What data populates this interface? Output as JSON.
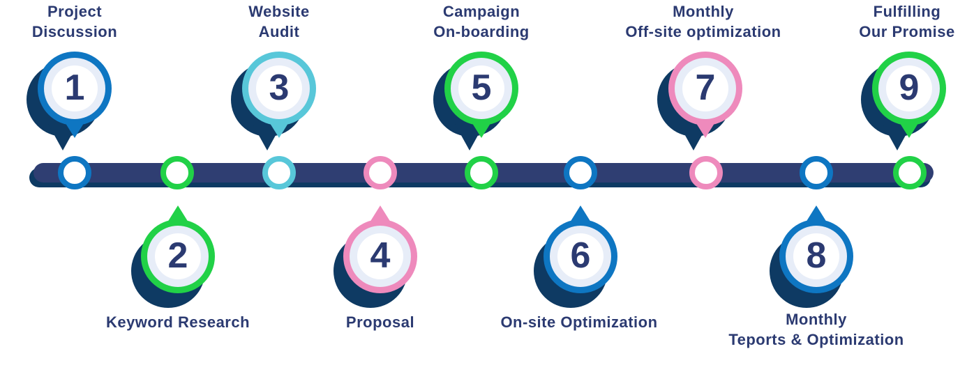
{
  "diagram": {
    "type": "process-timeline",
    "orientation": "horizontal",
    "step_count": 9
  },
  "palette": {
    "bar": "#2f3e72",
    "shadow_navy": "#0e3a63",
    "text_navy": "#2b3a71",
    "inner_ring_light": "#e7edf8",
    "white": "#ffffff",
    "blue": "#0e76c2",
    "green": "#21d147",
    "cyan": "#58c7d9",
    "pink": "#ee8abc"
  },
  "steps": [
    {
      "number": "1",
      "label_line1": "Project",
      "label_line2": "Discussion",
      "side": "top",
      "color": "blue"
    },
    {
      "number": "2",
      "label_line1": "Keyword Research",
      "side": "bottom",
      "color": "green"
    },
    {
      "number": "3",
      "label_line1": "Website",
      "label_line2": "Audit",
      "side": "top",
      "color": "cyan"
    },
    {
      "number": "4",
      "label_line1": "Proposal",
      "side": "bottom",
      "color": "pink"
    },
    {
      "number": "5",
      "label_line1": "Campaign",
      "label_line2": "On-boarding",
      "side": "top",
      "color": "green"
    },
    {
      "number": "6",
      "label_line1": "On-site Optimization",
      "side": "bottom",
      "color": "blue"
    },
    {
      "number": "7",
      "label_line1": "Monthly",
      "label_line2": "Off-site optimization",
      "side": "top",
      "color": "pink"
    },
    {
      "number": "8",
      "label_line1": "Monthly",
      "label_line2": "Teports & Optimization",
      "side": "bottom",
      "color": "blue"
    },
    {
      "number": "9",
      "label_line1": "Fulfilling",
      "label_line2": "Our Promise",
      "side": "top",
      "color": "green"
    }
  ]
}
